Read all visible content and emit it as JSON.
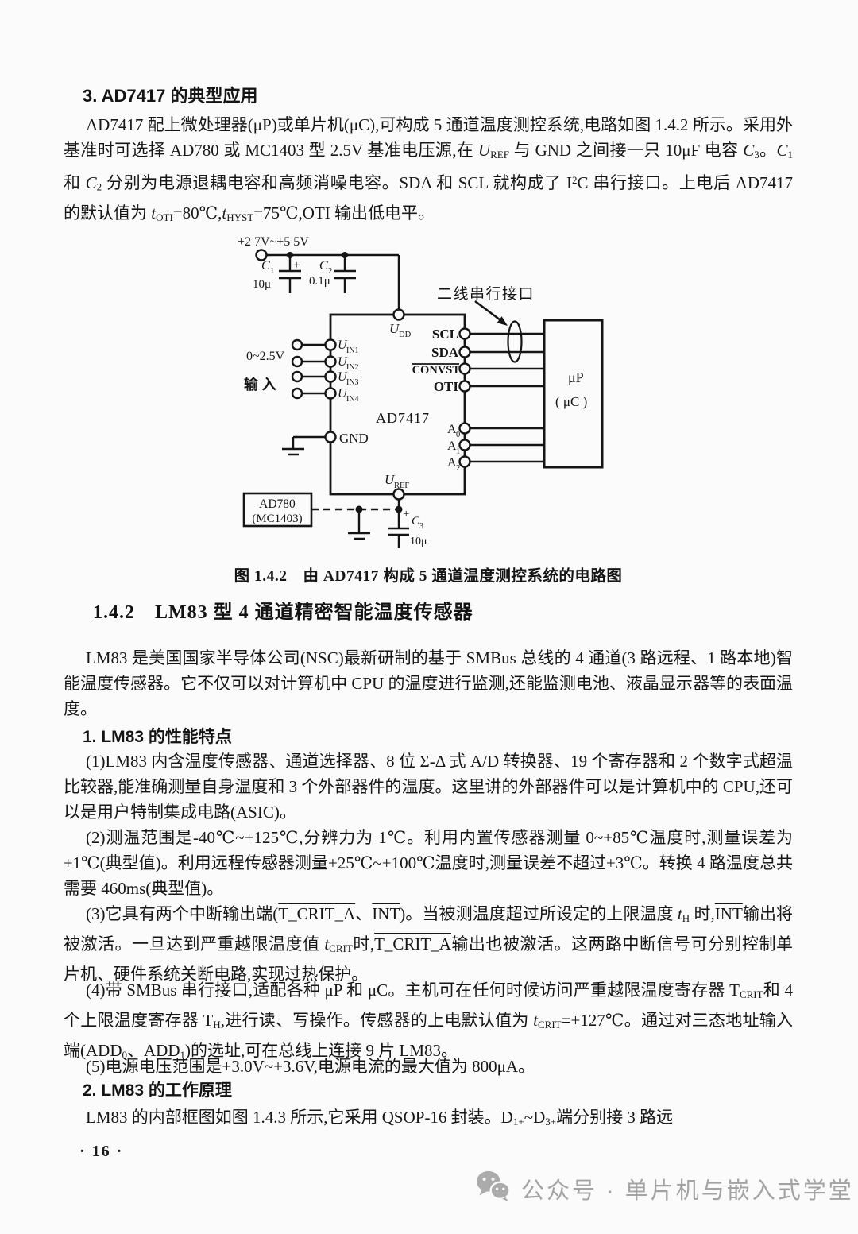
{
  "colors": {
    "ink": "#161616",
    "watermark_gray": "#a3a3a3",
    "paper": "#fbfbfb"
  },
  "page": {
    "number": "· 16 ·"
  },
  "sec_ad7417": {
    "heading": "3. AD7417 的典型应用",
    "para": [
      [
        "n",
        "AD7417 配上微处理器(μP)或单片机(μC),可构成 5 通道温度测控系统,电路如图 1.4.2 所示。采用外基准时可选择 AD780 或 MC1403 型 2.5V 基准电压源,在 "
      ],
      [
        "i",
        "U"
      ],
      [
        "sub",
        "REF"
      ],
      [
        "n",
        " 与 GND 之间接一只 10μF 电容 "
      ],
      [
        "i",
        "C"
      ],
      [
        "sub",
        "3"
      ],
      [
        "n",
        "。"
      ],
      [
        "i",
        "C"
      ],
      [
        "sub",
        "1"
      ],
      [
        "n",
        " 和 "
      ],
      [
        "i",
        "C"
      ],
      [
        "sub",
        "2"
      ],
      [
        "n",
        " 分别为电源退耦电容和高频消噪电容。SDA 和 SCL 就构成了 I"
      ],
      [
        "sup",
        "2"
      ],
      [
        "n",
        "C 串行接口。上电后 AD7417 的默认值为 "
      ],
      [
        "i",
        "t"
      ],
      [
        "sub",
        "OTI"
      ],
      [
        "n",
        "=80℃,"
      ],
      [
        "i",
        "t"
      ],
      [
        "sub",
        "HYST"
      ],
      [
        "n",
        "=75℃,OTI 输出低电平。"
      ]
    ]
  },
  "figure": {
    "caption": "图 1.4.2　由 AD7417 构成 5 通道温度测控系统的电路图",
    "circuit": {
      "supply_label": "+2 7V~+5 5V",
      "c1_name": "C",
      "c1_sub": "1",
      "c1_plus": "+",
      "c1_value": "10μ",
      "c2_name": "C",
      "c2_sub": "2",
      "c2_value": "0.1μ",
      "c3_name": "C",
      "c3_sub": "3",
      "c3_plus": "+",
      "c3_value": "10μ",
      "udd_main": "U",
      "udd_sub": "DD",
      "uref_main": "U",
      "uref_sub": "REF",
      "serial_bus_label": "二线串行接口",
      "input_range": "0~2.5V",
      "input_label": "输 入",
      "uin_main": "U",
      "uin_subs": [
        "IN1",
        "IN2",
        "IN3",
        "IN4"
      ],
      "gnd": "GND",
      "chip": "AD7417",
      "pin_scl": "SCL",
      "pin_sda": "SDA",
      "pin_convst": "CONVST",
      "pin_oti": "OTI",
      "addr_main": "A",
      "addr_subs": [
        "0",
        "1",
        "2"
      ],
      "mcu_line1": "μP",
      "mcu_line2": "( μC )",
      "ref_line1": "AD780",
      "ref_line2": "(MC1403)"
    }
  },
  "sec_lm83": {
    "heading": "1.4.2　LM83 型 4 通道精密智能温度传感器",
    "intro": [
      [
        "n",
        "LM83 是美国国家半导体公司(NSC)最新研制的基于 SMBus 总线的 4 通道(3 路远程、1 路本地)智能温度传感器。它不仅可以对计算机中 CPU 的温度进行监测,还能监测电池、液晶显示器等的表面温度。"
      ]
    ],
    "sub1": "1. LM83 的性能特点",
    "features": [
      [
        [
          "n",
          "(1)LM83 内含温度传感器、通道选择器、8 位 Σ-Δ 式 A/D 转换器、19 个寄存器和 2 个数字式超温比较器,能准确测量自身温度和 3 个外部器件的温度。这里讲的外部器件可以是计算机中的 CPU,还可以是用户特制集成电路(ASIC)。"
        ]
      ],
      [
        [
          "n",
          "(2)测温范围是-40℃~+125℃,分辨力为 1℃。利用内置传感器测量 0~+85℃温度时,测量误差为±1℃(典型值)。利用远程传感器测量+25℃~+100℃温度时,测量误差不超过±3℃。转换 4 路温度总共需要 460ms(典型值)。"
        ]
      ],
      [
        [
          "n",
          "(3)它具有两个中断输出端("
        ],
        [
          "ov",
          "T_CRIT_A"
        ],
        [
          "n",
          "、"
        ],
        [
          "ov",
          "INT"
        ],
        [
          "n",
          ")。当被测温度超过所设定的上限温度 "
        ],
        [
          "i",
          "t"
        ],
        [
          "sub",
          "H"
        ],
        [
          "n",
          " 时,"
        ],
        [
          "ov",
          "INT"
        ],
        [
          "n",
          "输出将被激活。一旦达到严重越限温度值 "
        ],
        [
          "i",
          "t"
        ],
        [
          "sub",
          "CRIT"
        ],
        [
          "n",
          "时,"
        ],
        [
          "ov",
          "T_CRIT_A"
        ],
        [
          "n",
          "输出也被激活。这两路中断信号可分别控制单片机、硬件系统关断电路,实现过热保护。"
        ]
      ],
      [
        [
          "n",
          "(4)带 SMBus 串行接口,适配各种 μP 和 μC。主机可在任何时候访问严重越限温度寄存器 T"
        ],
        [
          "sub",
          "CRIT"
        ],
        [
          "n",
          "和 4 个上限温度寄存器 T"
        ],
        [
          "sub",
          "H"
        ],
        [
          "n",
          ",进行读、写操作。传感器的上电默认值为 "
        ],
        [
          "i",
          "t"
        ],
        [
          "sub",
          "CRIT"
        ],
        [
          "n",
          "=+127℃。通过对三态地址输入端(ADD"
        ],
        [
          "sub",
          "0"
        ],
        [
          "n",
          "、ADD"
        ],
        [
          "sub",
          "1"
        ],
        [
          "n",
          ")的选址,可在总线上连接 9 片 LM83。"
        ]
      ],
      [
        [
          "n",
          "(5)电源电压范围是+3.0V~+3.6V,电源电流的最大值为 800μA。"
        ]
      ]
    ],
    "sub2": "2. LM83 的工作原理",
    "working": [
      [
        "n",
        "LM83 的内部框图如图 1.4.3 所示,它采用 QSOP-16 封装。D"
      ],
      [
        "sub",
        "1+"
      ],
      [
        "n",
        "~D"
      ],
      [
        "sub",
        "3+"
      ],
      [
        "n",
        "端分别接 3 路远"
      ]
    ]
  },
  "watermark": {
    "icon": "wechat-icon",
    "text": "公众号 · 单片机与嵌入式学堂"
  }
}
